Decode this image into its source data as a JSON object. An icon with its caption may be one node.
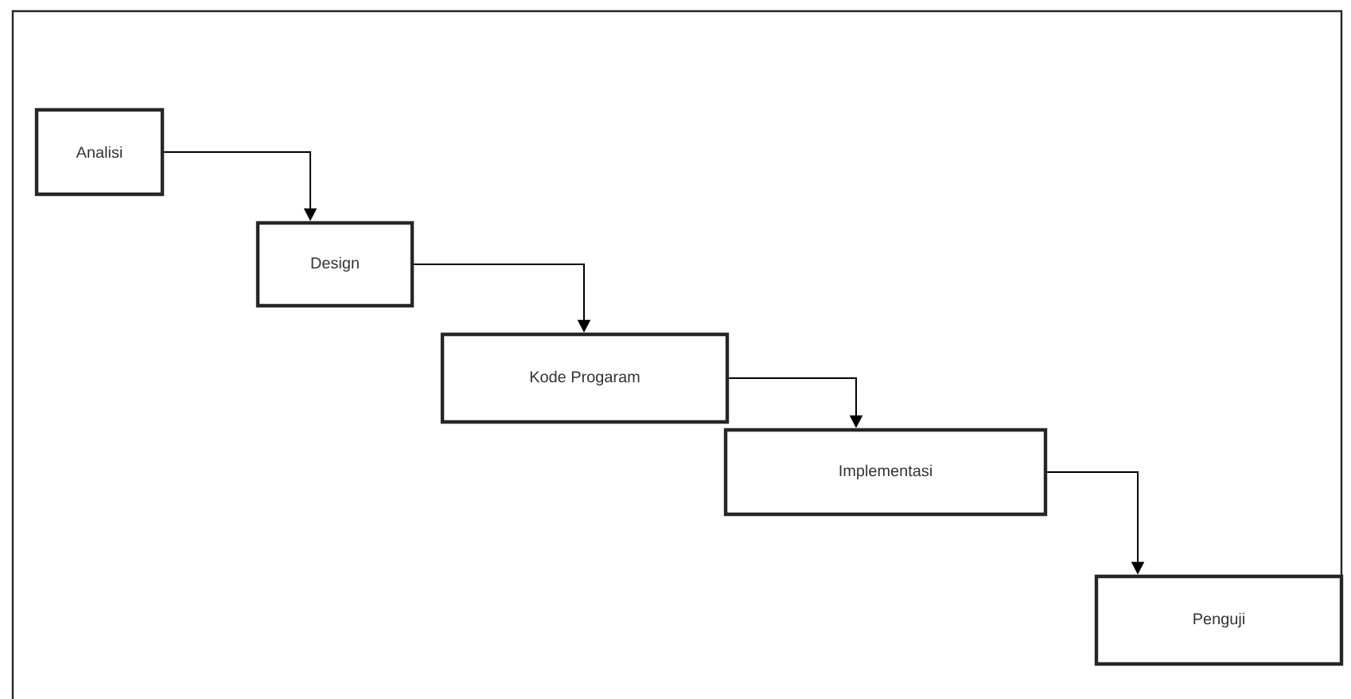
{
  "diagram": {
    "nodes": [
      {
        "text": [
          "Analisi"
        ]
      },
      {
        "text": [
          "Design"
        ]
      },
      {
        "text": [
          "Kode Progaram"
        ]
      },
      {
        "text": [
          "Implementasi"
        ]
      },
      {
        "text": [
          "Penguji"
        ]
      }
    ],
    "edges": [
      {
        "from": 0,
        "to": 1,
        "arrow": "to"
      },
      {
        "from": 1,
        "to": 2,
        "arrow": "to"
      },
      {
        "from": 2,
        "to": 3,
        "arrow": "to"
      },
      {
        "from": 3,
        "to": 4,
        "arrow": "to"
      }
    ]
  }
}
